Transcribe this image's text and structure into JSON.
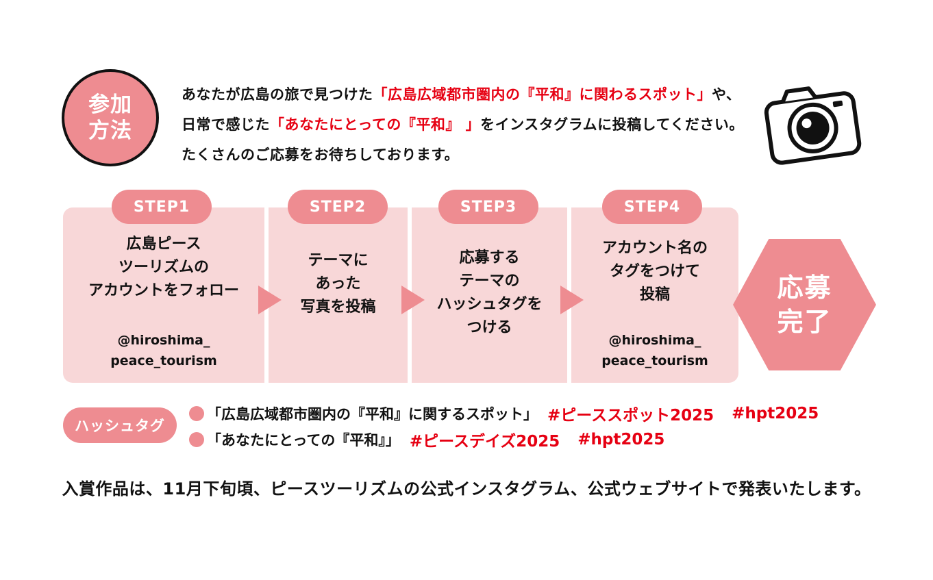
{
  "method": {
    "badge_line1": "参加",
    "badge_line2": "方法",
    "intro_1": "あなたが広島の旅で見つけた",
    "intro_2": "「広島広域都市圏内の『平和』に関わるスポット」",
    "intro_3": "や、日常で感じた",
    "intro_4": "「あなたにとっての『平和』 」",
    "intro_5": "をインスタグラムに投稿してください。たくさんのご応募をお待ちしております。"
  },
  "camera": {
    "icon": "camera-icon"
  },
  "steps": [
    {
      "label": "STEP1",
      "line1": "広島ピース",
      "line2": "ツーリズムの",
      "line3": "アカウントをフォロー",
      "handle1": "@hiroshima_",
      "handle2": "peace_tourism"
    },
    {
      "label": "STEP2",
      "line1": "テーマに",
      "line2": "あった",
      "line3": "写真を投稿"
    },
    {
      "label": "STEP3",
      "line1": "応募する",
      "line2": "テーマの",
      "line3": "ハッシュタグを",
      "line4": "つける"
    },
    {
      "label": "STEP4",
      "line1": "アカウント名の",
      "line2": "タグをつけて",
      "line3": "投稿",
      "handle1": "@hiroshima_",
      "handle2": "peace_tourism"
    }
  ],
  "complete": {
    "line1": "応募",
    "line2": "完了"
  },
  "hashtags": {
    "label": "ハッシュタグ",
    "rows": [
      {
        "theme": "「広島広域都市圏内の『平和』に関するスポット」",
        "tag1": "#ピーススポット2025",
        "tag2": "#hpt2025"
      },
      {
        "theme": "「あなたにとっての『平和』」",
        "tag1": "#ピースデイズ2025",
        "tag2": "#hpt2025"
      }
    ]
  },
  "announcement": "入賞作品は、11月下旬頃、ピースツーリズムの公式インスタグラム、公式ウェブサイトで発表いたします。",
  "colors": {
    "accent_pink": "#ee8c91",
    "panel_pink": "#f8d7d8",
    "highlight_red": "#e60012",
    "text_black": "#111111"
  }
}
